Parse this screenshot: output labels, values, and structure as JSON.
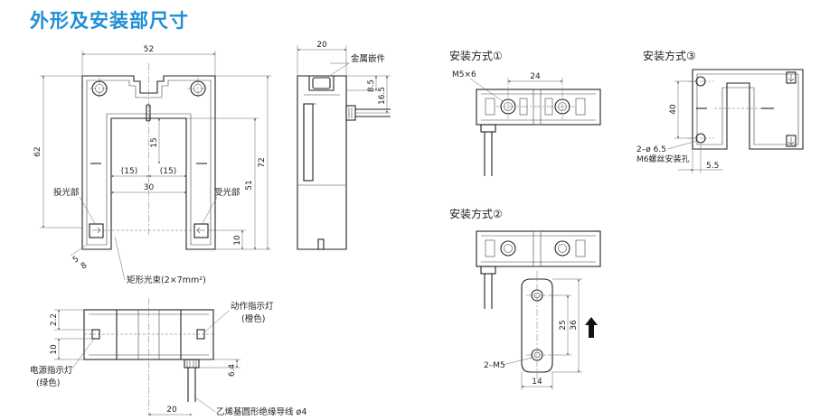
{
  "title": "外形及安装部尺寸",
  "front_view": {
    "dim_width": "52",
    "dim_height": "62",
    "dim_total": "72",
    "dim_slot": "51",
    "dim_gap15": "15",
    "dim_half_left": "(15)",
    "dim_half_right": "(15)",
    "dim_inner": "30",
    "dim_bottom": "10",
    "dim_corner_a": "5",
    "dim_corner_b": "8",
    "label_emitter": "投光部",
    "label_receiver": "受光部",
    "label_beam": "矩形光束(2×7mm²)"
  },
  "side_view": {
    "dim_width": "20",
    "label_metal": "金属嵌件",
    "dim_85": "8.5",
    "dim_165": "16.5"
  },
  "bottom_view": {
    "dim_22": "2.2",
    "dim_10": "10",
    "dim_64": "6.4",
    "dim_20": "20",
    "label_action_lamp": "动作指示灯",
    "label_action_color": "(橙色)",
    "label_power_lamp": "电源指示灯",
    "label_power_color": "(绿色)",
    "label_cable": "乙烯基圆形绝缘导线 ø4"
  },
  "mount1": {
    "caption": "安装方式①",
    "label_screw": "M5×6",
    "dim_24": "24"
  },
  "mount2": {
    "caption": "安装方式②",
    "dim_25": "25",
    "dim_36": "36",
    "dim_14": "14",
    "label_screw": "2–M5"
  },
  "mount3": {
    "caption": "安装方式③",
    "dim_40": "40",
    "label_hole": "2–ø 6.5",
    "label_hole2": "M6螺丝安装孔",
    "dim_55": "5.5"
  }
}
